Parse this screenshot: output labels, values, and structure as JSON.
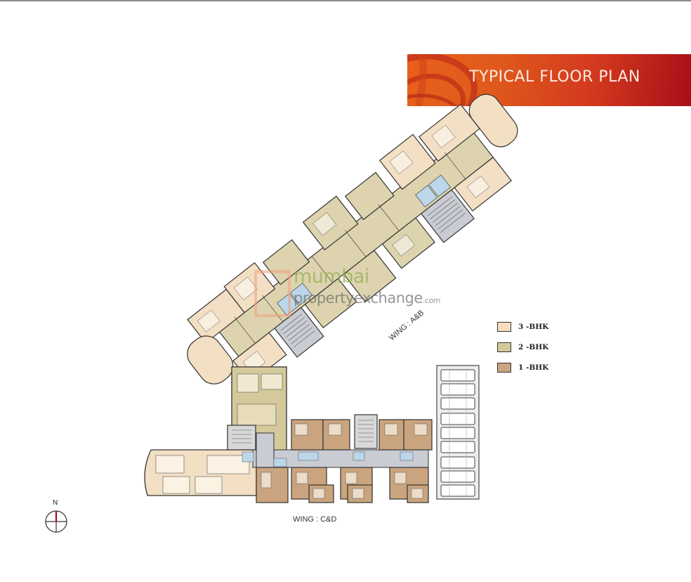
{
  "header": {
    "title": "TYPICAL FLOOR PLAN"
  },
  "legend": {
    "items": [
      {
        "label": "3 -BHK",
        "color": "#f6dcc0"
      },
      {
        "label": "2 -BHK",
        "color": "#d4c99a"
      },
      {
        "label": "1 -BHK",
        "color": "#c9a47e"
      }
    ]
  },
  "wings": {
    "ab_label": "WING : A&B",
    "cd_label": "WING : C&D"
  },
  "compass": {
    "north_label": "N"
  },
  "watermark": {
    "line1": "mumbai",
    "line2": "propertyexchange",
    "suffix": ".com"
  },
  "colors": {
    "banner_start": "#e8601a",
    "banner_end": "#a70e18",
    "lift_blue": "#bcd6ea",
    "corridor_grey": "#c9ccd2",
    "wall": "#333333"
  }
}
